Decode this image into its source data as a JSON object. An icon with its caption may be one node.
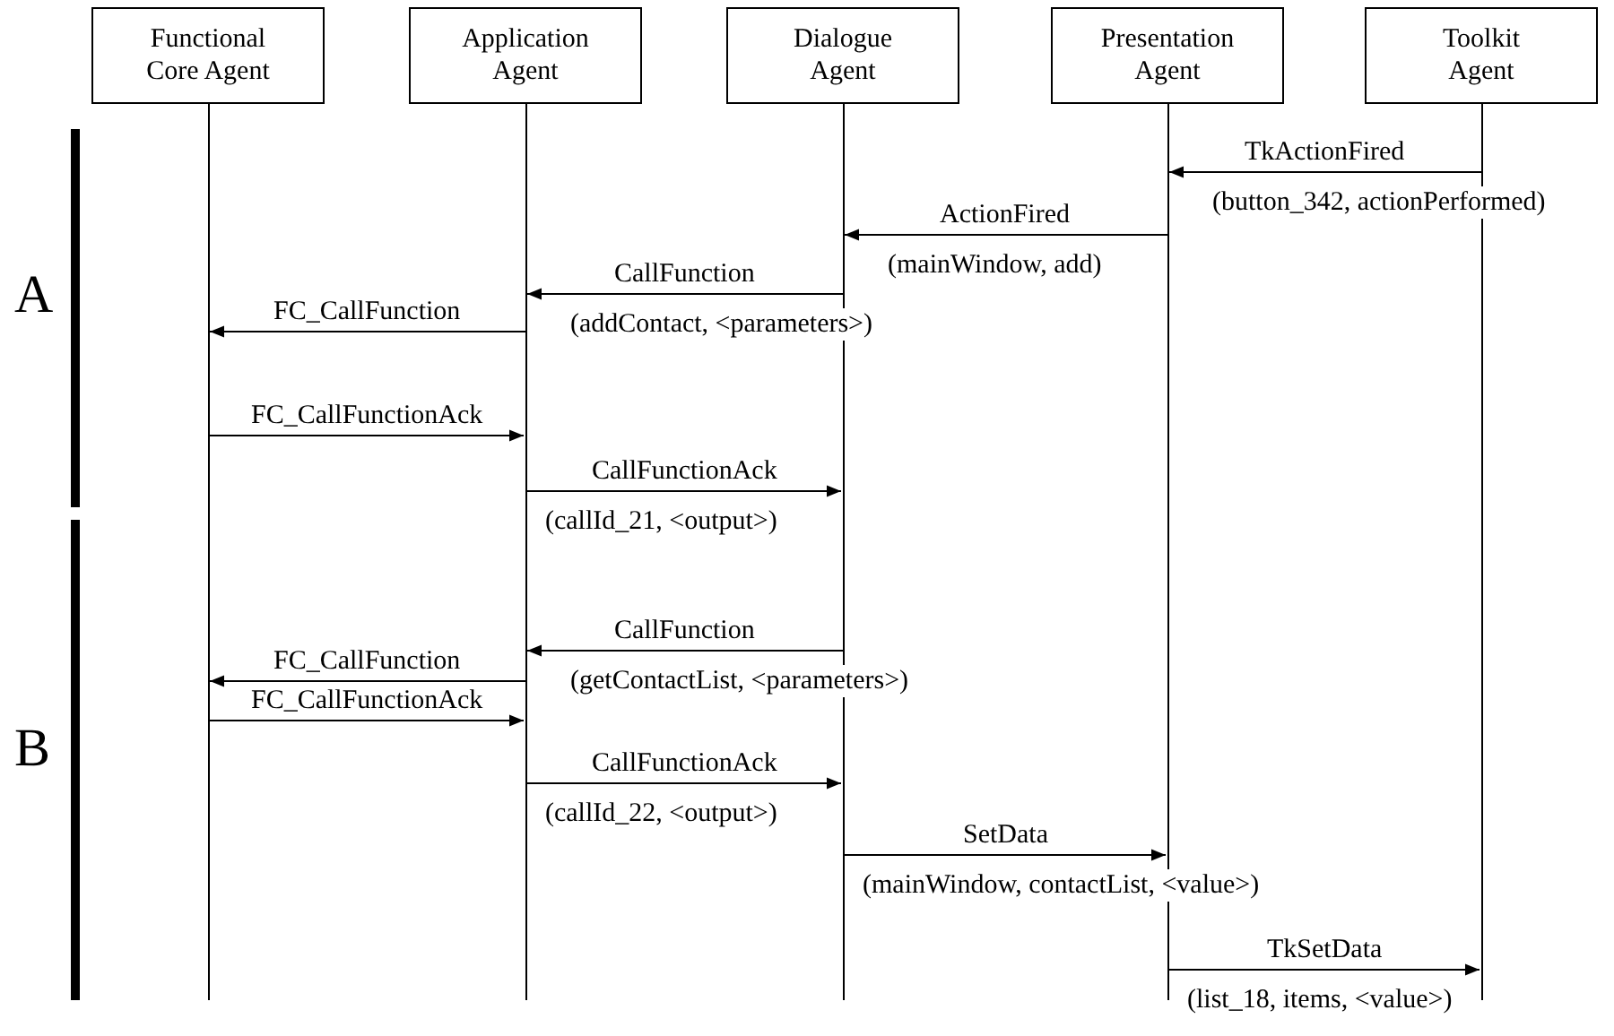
{
  "diagram": {
    "nodes": [
      {
        "text": [
          "Functional Core Agent"
        ]
      },
      {
        "text": [
          "Application Agent"
        ]
      },
      {
        "text": [
          "Dialogue Agent"
        ]
      },
      {
        "text": [
          "Presentation Agent"
        ]
      },
      {
        "text": [
          "Toolkit Agent"
        ]
      }
    ],
    "edges": [
      {
        "from": 4,
        "to": 3,
        "arrow": "to",
        "label": "TkActionFired"
      },
      {
        "from": 3,
        "to": 2,
        "arrow": "to",
        "label": "ActionFired"
      },
      {
        "from": 2,
        "to": 1,
        "arrow": "to",
        "label": "CallFunction"
      },
      {
        "from": 1,
        "to": 0,
        "arrow": "to",
        "label": "FC_CallFunction"
      },
      {
        "from": 0,
        "to": 1,
        "arrow": "to",
        "label": "FC_CallFunctionAck"
      },
      {
        "from": 1,
        "to": 2,
        "arrow": "to",
        "label": "CallFunctionAck"
      },
      {
        "from": 2,
        "to": 1,
        "arrow": "to",
        "label": "CallFunction"
      },
      {
        "from": 1,
        "to": 0,
        "arrow": "to",
        "label": "FC_CallFunction"
      },
      {
        "from": 0,
        "to": 1,
        "arrow": "to",
        "label": "FC_CallFunctionAck"
      },
      {
        "from": 1,
        "to": 2,
        "arrow": "to",
        "label": "CallFunctionAck"
      },
      {
        "from": 2,
        "to": 3,
        "arrow": "to",
        "label": "SetData"
      },
      {
        "from": 3,
        "to": 4,
        "arrow": "to",
        "label": "TkSetData"
      }
    ],
    "labels": [
      "(button_342, actionPerformed)",
      "(mainWindow, add)",
      "A",
      "(addContact, <parameters>)",
      "(callId_21, <output>)",
      "(getContactList, <parameters>)",
      "B",
      "(callId_22, <output>)",
      "(mainWindow, contactList, <value>)",
      "(list_18, items, <value>)"
    ]
  }
}
